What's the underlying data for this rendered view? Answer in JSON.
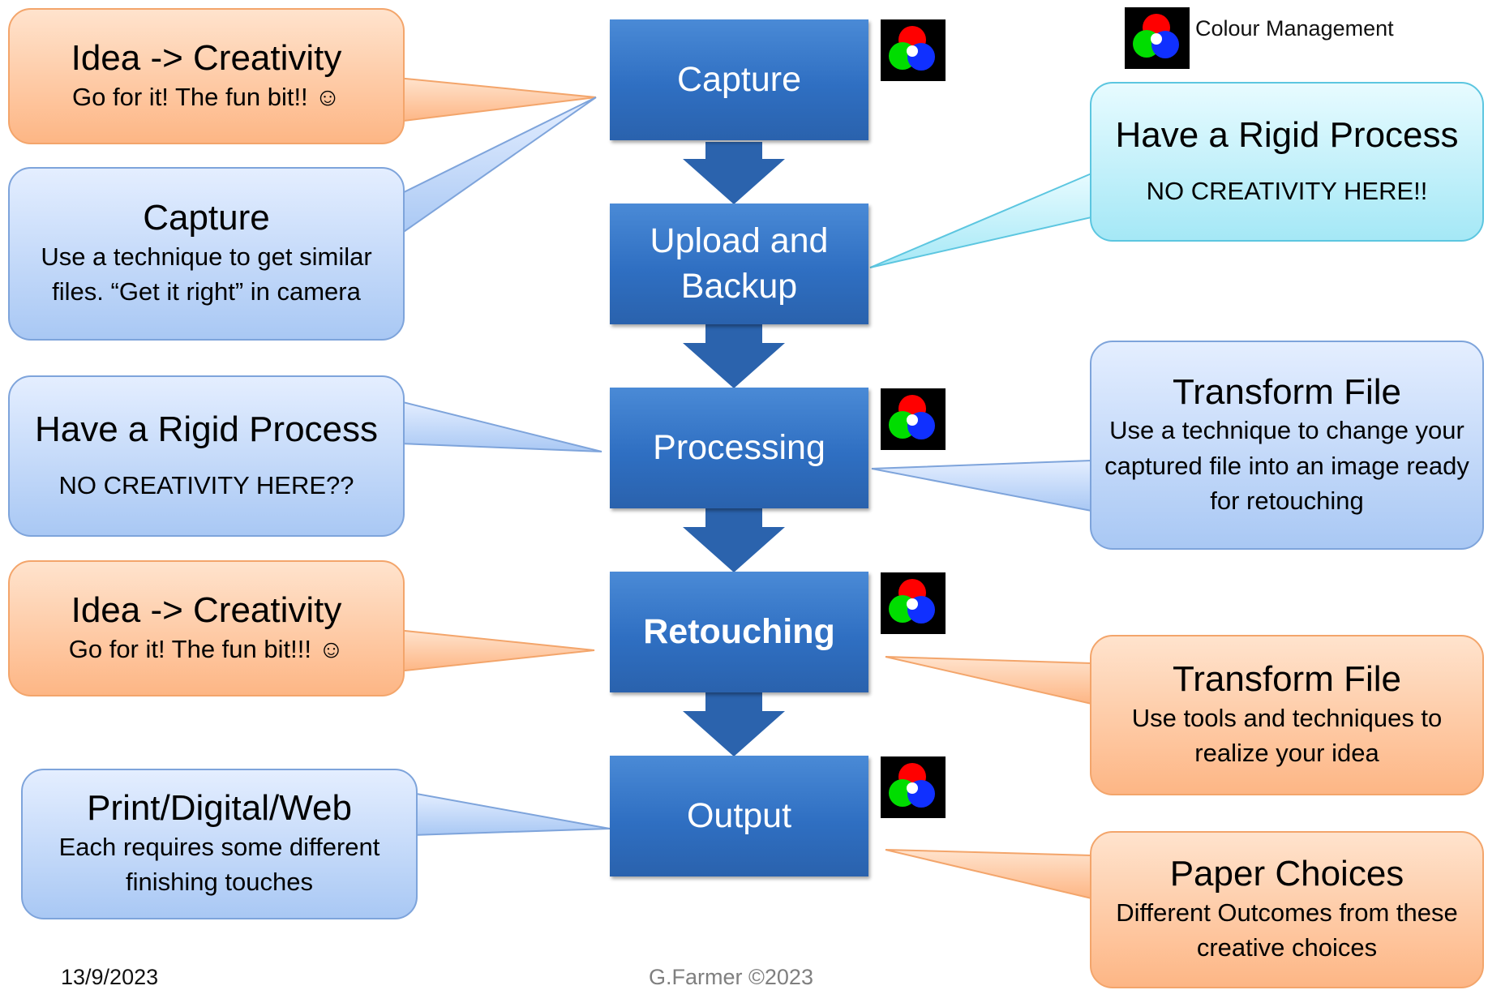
{
  "steps": [
    {
      "label": "Capture"
    },
    {
      "label": "Upload and Backup"
    },
    {
      "label": "Processing"
    },
    {
      "label": "Retouching"
    },
    {
      "label": "Output"
    }
  ],
  "callouts": {
    "capture_idea": {
      "title": "Idea -> Creativity",
      "body": "Go for it! The fun bit!! ☺"
    },
    "capture_technique": {
      "title": "Capture",
      "body": "Use a technique to get similar files. “Get it right” in camera"
    },
    "upload_rigid": {
      "title": "Have a Rigid Process",
      "body": "NO CREATIVITY HERE!!"
    },
    "processing_rigid": {
      "title": "Have a Rigid Process",
      "body": "NO CREATIVITY HERE??"
    },
    "processing_transform": {
      "title": "Transform File",
      "body": "Use a technique to change your captured file into an image ready for retouching"
    },
    "retouching_idea": {
      "title": "Idea -> Creativity",
      "body": "Go for it! The fun bit!!! ☺"
    },
    "retouching_transform": {
      "title": "Transform File",
      "body": "Use tools and techniques to realize your idea"
    },
    "output_print": {
      "title": "Print/Digital/Web",
      "body": "Each requires some different finishing touches"
    },
    "output_paper": {
      "title": "Paper Choices",
      "body": "Different Outcomes from these creative choices"
    }
  },
  "legend": {
    "label": "Colour Management",
    "icon": "rgb-circles-icon"
  },
  "footer": {
    "date": "13/9/2023",
    "author": "G.Farmer ©2023"
  },
  "colors": {
    "step_blue": "#3a7bcd",
    "arrow_blue": "#2b63ad",
    "creative_orange": "#fcb27e",
    "process_blue": "#b5d0f6",
    "rigid_cyan": "#b4ecf8"
  }
}
